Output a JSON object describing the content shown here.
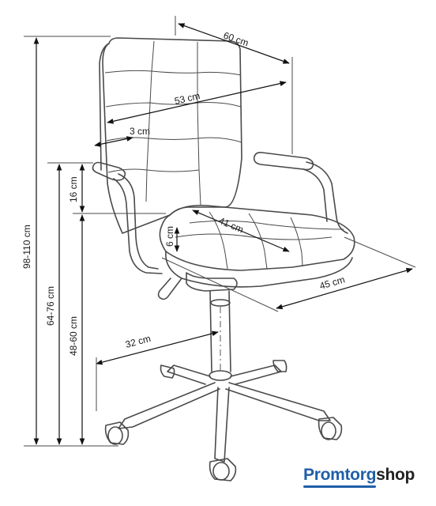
{
  "dimensions": {
    "width_top": "60 cm",
    "width_back": "53 cm",
    "back_thickness": "3 cm",
    "height_total": "98-110 cm",
    "height_armrest": "64-76 cm",
    "height_seat": "48-60 cm",
    "armrest_above_seat": "16 cm",
    "seat_thickness": "6 cm",
    "seat_depth": "41 cm",
    "seat_width": "45 cm",
    "base_radius": "32 cm"
  },
  "brand": {
    "part1": "Promtorg",
    "part2": "shop",
    "color": "#1f5fa8"
  }
}
